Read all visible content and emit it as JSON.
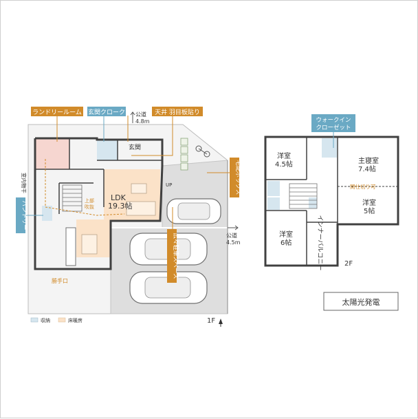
{
  "callouts": {
    "laundry": "ランドリールーム",
    "entrance_cloak": "玄関クローク",
    "ceiling": "天井 羽目板貼り",
    "delivery_box": "宅配ボックス",
    "pantry": "パントリー",
    "parking": "広々駐車スペース",
    "walk_in": "ウォークイン",
    "walk_in2": "クローゼット"
  },
  "floor1": {
    "road_top": "公道",
    "road_top_width": "4.8m",
    "road_right": "公道",
    "road_right_width": "4.5m",
    "genkan": "玄関",
    "ldk": "LDK",
    "ldk_size": "19.3帖",
    "fukinuke": "上部",
    "fukinuke2": "吹抜",
    "indoor_dry": "室内物干",
    "kitchen_door": "勝手口",
    "up": "UP",
    "floor_label": "1F"
  },
  "floor2": {
    "room1": "洋室",
    "room1_size": "4.5帖",
    "master": "主寝室",
    "master_size": "7.4帖",
    "partition": "間仕切り可",
    "room2": "洋室",
    "room2_size": "5帖",
    "room3": "洋室",
    "room3_size": "6帖",
    "balcony": "インナーバルコニー",
    "floor_label": "2F"
  },
  "legend": {
    "storage": "収納",
    "floor_heating": "床暖房"
  },
  "solar": "太陽光発電",
  "colors": {
    "orange": "#d18b2a",
    "blue": "#6aa9c4",
    "storage_fill": "#d6e6ef",
    "heating_fill": "#fbe2c8",
    "laundry_fill": "#f6d6d0",
    "wall": "#404040"
  }
}
